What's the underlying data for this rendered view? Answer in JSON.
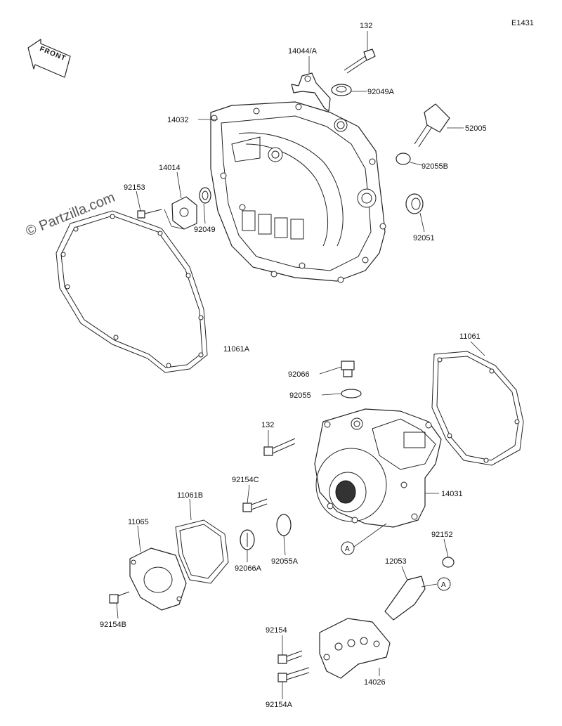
{
  "diagram_code": "E1431",
  "watermark": "© Partzilla.com",
  "front_label": "FRONT",
  "labels": {
    "p132a": "132",
    "p14044A": "14044/A",
    "p92049A": "92049A",
    "p14032": "14032",
    "p52005": "52005",
    "p92055B": "92055B",
    "p14014": "14014",
    "p92153": "92153",
    "p92049": "92049",
    "p92051": "92051",
    "p11061A": "11061A",
    "p11061": "11061",
    "p92066": "92066",
    "p92055": "92055",
    "p132b": "132",
    "p92154C": "92154C",
    "p14031": "14031",
    "p11061B": "11061B",
    "p11065": "11065",
    "p92066A": "92066A",
    "p92055A": "92055A",
    "p92152": "92152",
    "p12053": "12053",
    "p92154B": "92154B",
    "p92154": "92154",
    "p14026": "14026",
    "p92154A": "92154A"
  },
  "ref_marker": "A"
}
